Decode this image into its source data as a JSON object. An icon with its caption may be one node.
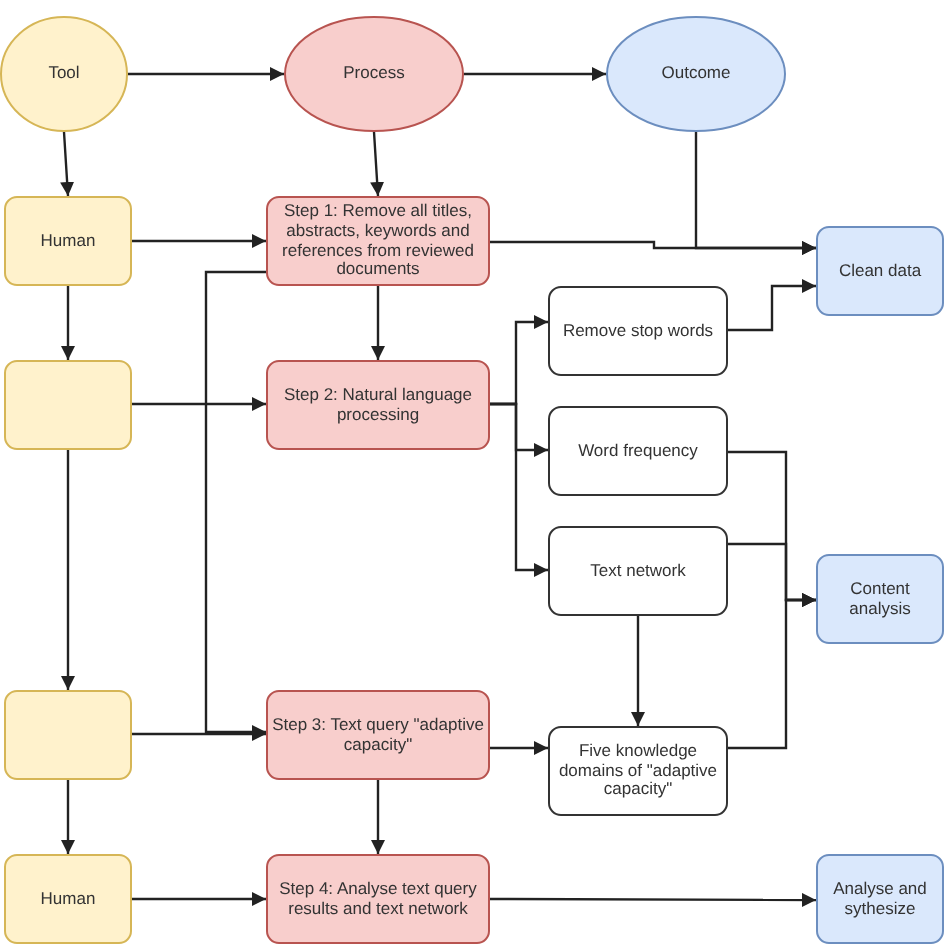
{
  "diagram": {
    "nodes": [
      {
        "text": [
          "Tool"
        ]
      },
      {
        "text": [
          "Process"
        ]
      },
      {
        "text": [
          "Outcome"
        ]
      },
      {
        "text": [
          "Human"
        ]
      },
      {
        "text": [
          "Step 1: Remove all titles, abstracts, keywords and references from reviewed documents"
        ]
      },
      {
        "text": [
          "Clean data"
        ]
      },
      {
        "text": [],
        "shape": "box"
      },
      {
        "text": [
          "Step 2: Natural language processing"
        ]
      },
      {
        "text": [
          "Remove stop words"
        ]
      },
      {
        "text": [
          "Word frequency"
        ]
      },
      {
        "text": [
          "Text network"
        ]
      },
      {
        "text": [
          "Content analysis"
        ]
      },
      {
        "text": [],
        "shape": "box"
      },
      {
        "text": [
          "Step 3: Text query \"adaptive capacity\""
        ]
      },
      {
        "text": [
          "Five knowledge domains of \"adaptive capacity\""
        ]
      },
      {
        "text": [
          "Human"
        ]
      },
      {
        "text": [
          "Step 4: Analyse text query results and text network"
        ]
      },
      {
        "text": [
          "Analyse and sythesize"
        ]
      }
    ],
    "edges": [
      {
        "from": 0,
        "to": 1,
        "arrow": "to"
      },
      {
        "from": 1,
        "to": 2,
        "arrow": "to"
      },
      {
        "from": 0,
        "to": 3,
        "arrow": "to"
      },
      {
        "from": 1,
        "to": 4,
        "arrow": "to"
      },
      {
        "from": 2,
        "to": 5,
        "arrow": "to"
      },
      {
        "from": 3,
        "to": 4,
        "arrow": "to"
      },
      {
        "from": 4,
        "to": 5,
        "arrow": "to"
      },
      {
        "from": 3,
        "to": 6,
        "arrow": "to"
      },
      {
        "from": 4,
        "to": 7,
        "arrow": "to"
      },
      {
        "from": 6,
        "to": 7,
        "arrow": "to"
      },
      {
        "from": 4,
        "to": 13,
        "arrow": "to"
      },
      {
        "from": 6,
        "to": 12,
        "arrow": "to"
      },
      {
        "from": 12,
        "to": 13,
        "arrow": "to"
      },
      {
        "from": 7,
        "to": 8,
        "arrow": "to"
      },
      {
        "from": 7,
        "to": 9,
        "arrow": "to"
      },
      {
        "from": 7,
        "to": 10,
        "arrow": "to"
      },
      {
        "from": 8,
        "to": 5,
        "arrow": "to"
      },
      {
        "from": 9,
        "to": 11,
        "arrow": "to"
      },
      {
        "from": 10,
        "to": 11,
        "arrow": "to"
      },
      {
        "from": 10,
        "to": 14,
        "arrow": "to"
      },
      {
        "from": 13,
        "to": 14,
        "arrow": "to"
      },
      {
        "from": 14,
        "to": 11,
        "arrow": "to"
      },
      {
        "from": 13,
        "to": 16,
        "arrow": "to"
      },
      {
        "from": 12,
        "to": 15,
        "arrow": "to"
      },
      {
        "from": 15,
        "to": 16,
        "arrow": "to"
      },
      {
        "from": 16,
        "to": 17,
        "arrow": "to"
      }
    ]
  }
}
